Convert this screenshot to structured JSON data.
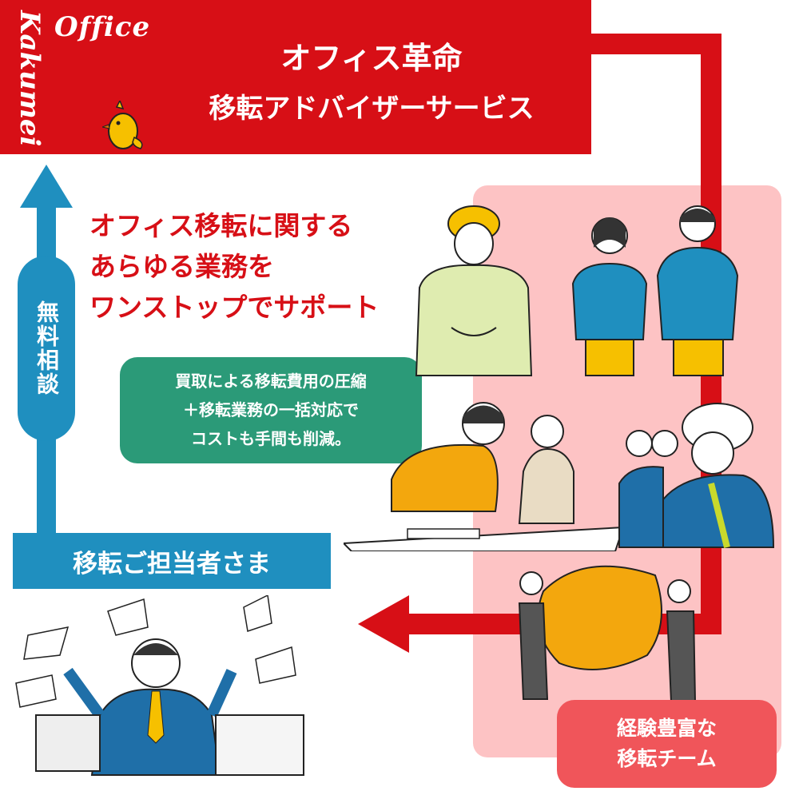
{
  "header": {
    "logo_office": "Office",
    "logo_kakumei": "Kakumei",
    "title_line1": "オフィス革命",
    "title_line2": "移転アドバイザーサービス"
  },
  "catchcopy": {
    "line1": "オフィス移転に関する",
    "line2": "あらゆる業務を",
    "line3": "ワンストップでサポート"
  },
  "benefit_bubble": {
    "line1": "買取による移転費用の圧縮",
    "line2": "＋移転業務の一括対応で",
    "line3": "コストも手間も削減。"
  },
  "consultation_label": "無料相談",
  "contact_label": "移転ご担当者さま",
  "team_label": {
    "line1": "経験豊富な",
    "line2": "移転チーム"
  },
  "colors": {
    "brand_red": "#d70f16",
    "panel_pink": "#fdc3c4",
    "consult_blue": "#1f8fbf",
    "bubble_green": "#2b9a78",
    "team_label_coral": "#f0555a"
  }
}
